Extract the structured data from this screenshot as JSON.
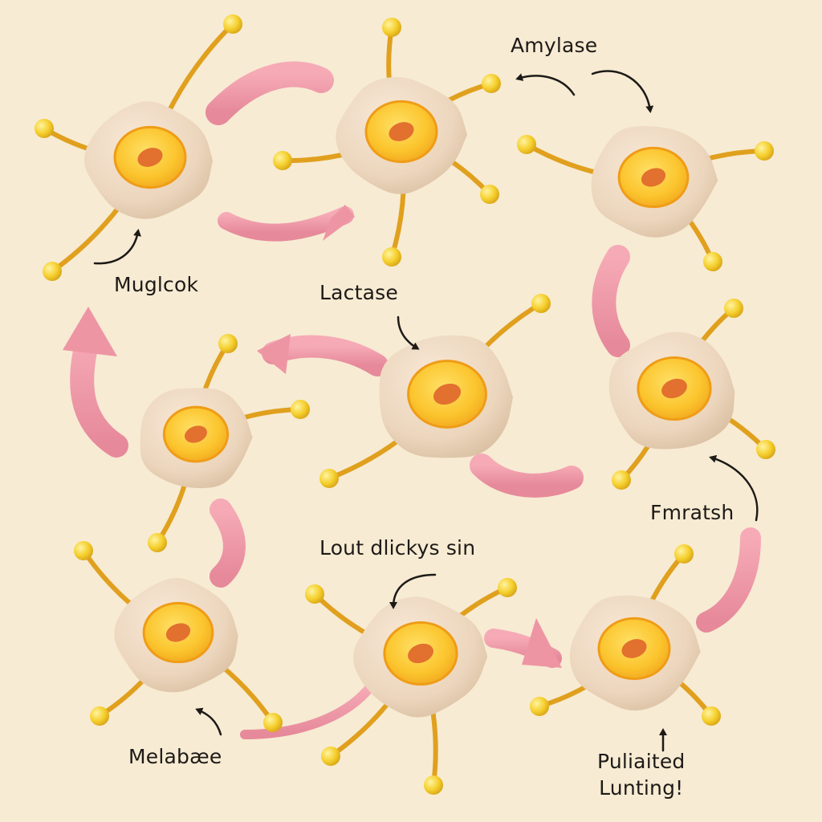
{
  "diagram": {
    "labels": {
      "amylase": "Amylase",
      "muglcok": "Muglcok",
      "lactase": "Lactase",
      "fmratsh": "Fmratsh",
      "lout_dlickys_sin": "Lout dlickys sin",
      "melabaee": "Melabæe",
      "puliaited_line1": "Puliaited",
      "puliaited_line2": "Lunting!"
    },
    "colors": {
      "background": "#f7ebd3",
      "cell_body": "#efd9c2",
      "nucleus_ring": "#f5b51c",
      "nucleus_center": "#e2702e",
      "arm": "#e4a21c",
      "arm_tip": "#f2cc28",
      "band": "#f09aa8",
      "arrow": "#1d1a17"
    }
  }
}
